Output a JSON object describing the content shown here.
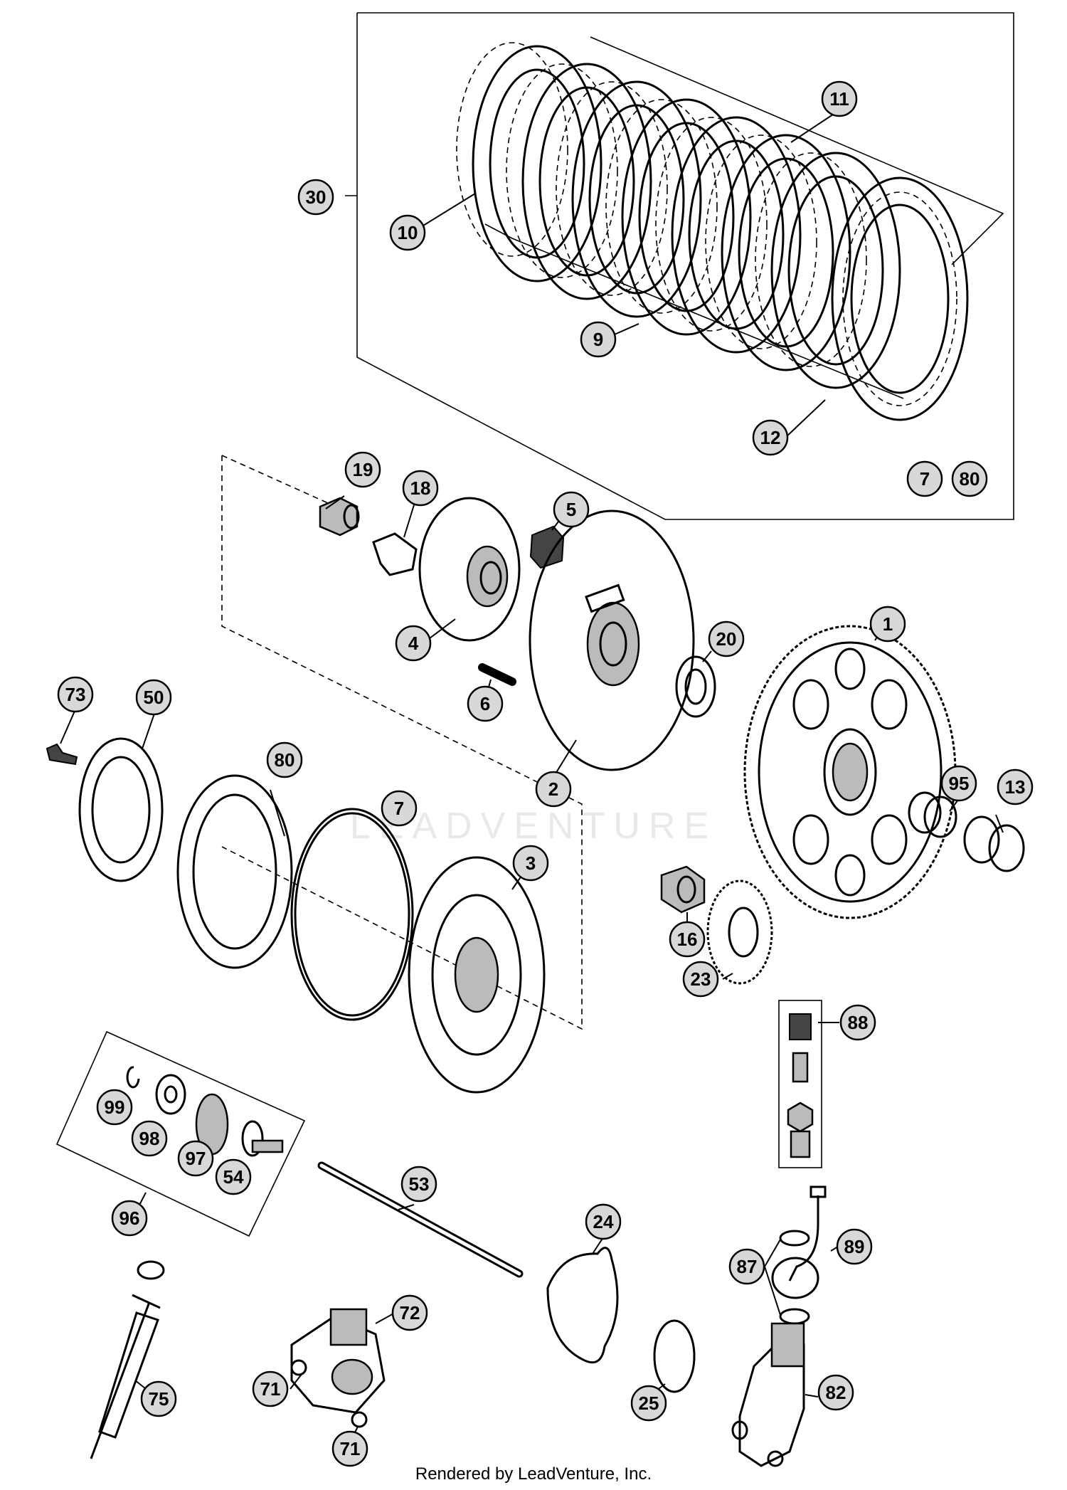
{
  "watermark": "LEADVENTURE",
  "footer": "Rendered by LeadVenture, Inc.",
  "callouts": [
    {
      "id": "c11",
      "label": "11"
    },
    {
      "id": "c30",
      "label": "30"
    },
    {
      "id": "c10",
      "label": "10"
    },
    {
      "id": "c9",
      "label": "9"
    },
    {
      "id": "c12",
      "label": "12"
    },
    {
      "id": "c7a",
      "label": "7"
    },
    {
      "id": "c80a",
      "label": "80"
    },
    {
      "id": "c19",
      "label": "19"
    },
    {
      "id": "c18",
      "label": "18"
    },
    {
      "id": "c5",
      "label": "5"
    },
    {
      "id": "c4",
      "label": "4"
    },
    {
      "id": "c20",
      "label": "20"
    },
    {
      "id": "c1",
      "label": "1"
    },
    {
      "id": "c6",
      "label": "6"
    },
    {
      "id": "c2",
      "label": "2"
    },
    {
      "id": "c73",
      "label": "73"
    },
    {
      "id": "c50",
      "label": "50"
    },
    {
      "id": "c80b",
      "label": "80"
    },
    {
      "id": "c7b",
      "label": "7"
    },
    {
      "id": "c3",
      "label": "3"
    },
    {
      "id": "c95",
      "label": "95"
    },
    {
      "id": "c13",
      "label": "13"
    },
    {
      "id": "c16",
      "label": "16"
    },
    {
      "id": "c23",
      "label": "23"
    },
    {
      "id": "c88",
      "label": "88"
    },
    {
      "id": "c99",
      "label": "99"
    },
    {
      "id": "c98",
      "label": "98"
    },
    {
      "id": "c97",
      "label": "97"
    },
    {
      "id": "c54",
      "label": "54"
    },
    {
      "id": "c96",
      "label": "96"
    },
    {
      "id": "c53",
      "label": "53"
    },
    {
      "id": "c24",
      "label": "24"
    },
    {
      "id": "c89",
      "label": "89"
    },
    {
      "id": "c87",
      "label": "87"
    },
    {
      "id": "c72",
      "label": "72"
    },
    {
      "id": "c75",
      "label": "75"
    },
    {
      "id": "c71a",
      "label": "71"
    },
    {
      "id": "c71b",
      "label": "71"
    },
    {
      "id": "c25",
      "label": "25"
    },
    {
      "id": "c82",
      "label": "82"
    }
  ]
}
